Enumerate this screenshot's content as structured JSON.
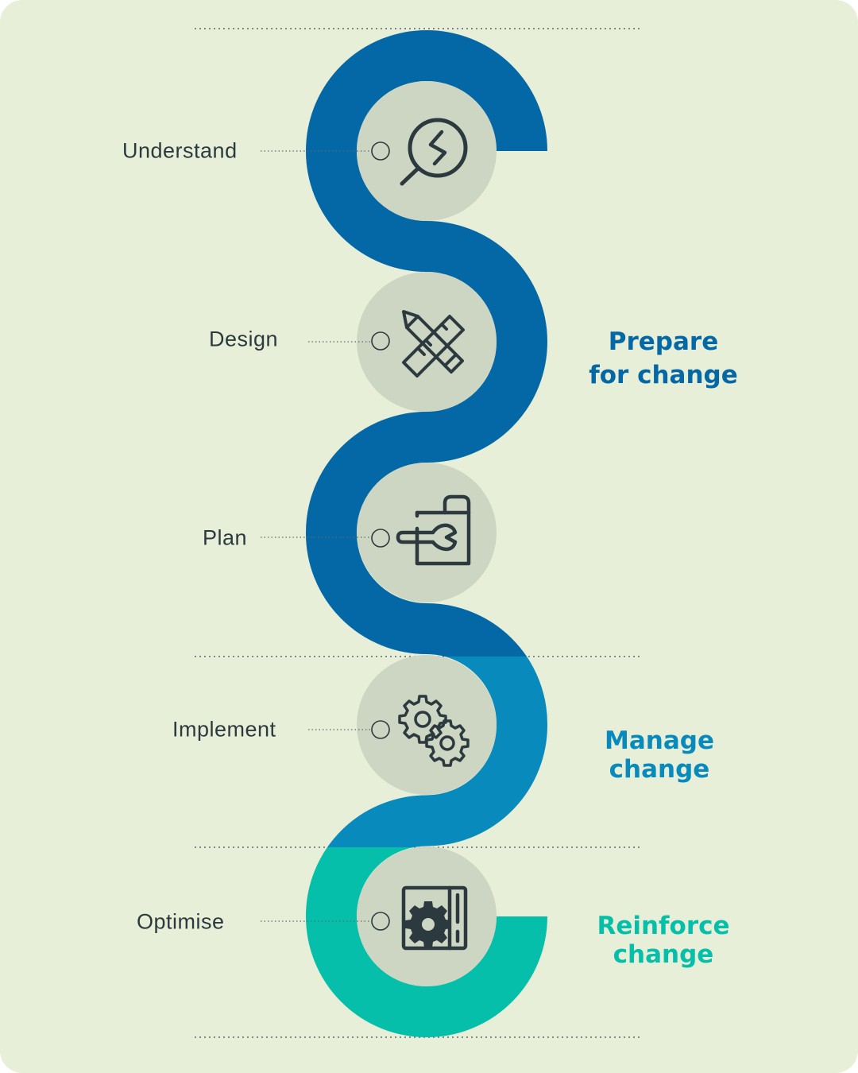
{
  "colors": {
    "background": "#e8efd8",
    "prepare": "#0568a6",
    "manage": "#088abd",
    "reinforce": "#06bfaa",
    "step_circle": "#cdd6c2",
    "icon_stroke": "#2c3a3f",
    "label_text": "#2c3a3f",
    "dotted_line": "#5c6a6e"
  },
  "steps": [
    {
      "label": "Understand",
      "icon": "magnifier-icon"
    },
    {
      "label": "Design",
      "icon": "pencil-ruler-icon"
    },
    {
      "label": "Plan",
      "icon": "document-wrench-icon"
    },
    {
      "label": "Implement",
      "icon": "gears-icon"
    },
    {
      "label": "Optimise",
      "icon": "settings-book-icon"
    }
  ],
  "phases": [
    {
      "line1": "Prepare",
      "line2": "for change",
      "color": "#0568a6"
    },
    {
      "line1": "Manage",
      "line2": "change",
      "color": "#088abd"
    },
    {
      "line1": "Reinforce",
      "line2": "change",
      "color": "#06bfaa"
    }
  ]
}
